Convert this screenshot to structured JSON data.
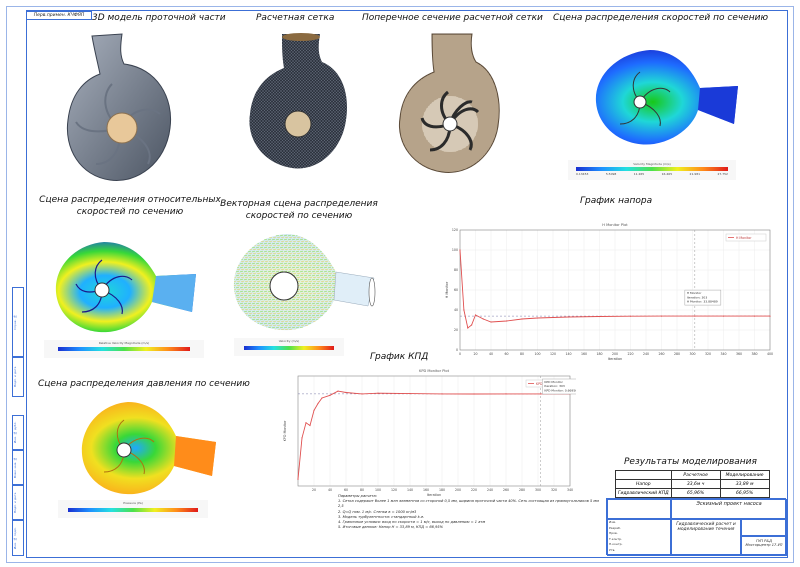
{
  "sheet": {
    "top_tag": "Перв.примен. КЧФЯП",
    "side_labels": [
      "Справ. №",
      "Подп. и дата",
      "Инв. № дубл.",
      "Взам. инв. №",
      "Подп. и дата",
      "Инв. № подл."
    ]
  },
  "captions": {
    "model3d": "3D модель проточной части",
    "mesh": "Расчетная сетка",
    "cross_section": "Поперечное сечение расчетной сетки",
    "velocity": "Сцена распределения скоростей по сечению",
    "relative_velocity": "Сцена распределения относительных скоростей по сечению",
    "vector": "Векторная сцена распределения скоростей по сечению",
    "head_plot": "График напора",
    "efficiency_plot": "График КПД",
    "pressure": "Сцена распределения давления по сечению",
    "results": "Результаты моделирования"
  },
  "colorbars": {
    "velocity": {
      "title": "Velocity Magnitude (m/s)",
      "ticks": [
        "0.13453",
        "5.5098",
        "11.265",
        "16.465",
        "21.981",
        "27.752"
      ]
    },
    "relative": {
      "title": "Relative Velocity Magnitude (m/s)",
      "ticks": [
        "",
        "",
        "",
        "",
        "",
        ""
      ]
    },
    "vector": {
      "title": "Velocity (m/s)",
      "ticks": [
        "",
        "",
        "",
        "",
        "",
        ""
      ]
    },
    "pressure": {
      "title": "Pressure (Pa)",
      "ticks": [
        "",
        "",
        "",
        "",
        "",
        ""
      ]
    }
  },
  "chart_data": [
    {
      "type": "line",
      "title": "H Monitor Plot",
      "xlabel": "Iteration",
      "ylabel": "H Monitor",
      "legend": [
        "H Monitor"
      ],
      "legend_position": "top-right",
      "annotation": [
        "H Monitor",
        "Iteration: 303",
        "H Monitor: 33.88489"
      ],
      "xlim": [
        0,
        400
      ],
      "ylim": [
        0,
        120
      ],
      "x_ticks": [
        0,
        20,
        40,
        60,
        80,
        100,
        120,
        140,
        160,
        180,
        200,
        220,
        240,
        260,
        280,
        300,
        320,
        340,
        360,
        380,
        400
      ],
      "y_ticks": [
        0,
        20,
        40,
        60,
        80,
        100,
        120
      ],
      "series": [
        {
          "name": "H Monitor",
          "x": [
            0,
            5,
            10,
            15,
            20,
            30,
            40,
            60,
            80,
            100,
            140,
            180,
            220,
            260,
            303,
            340,
            380,
            400
          ],
          "y": [
            100,
            40,
            22,
            25,
            35,
            31,
            28,
            29,
            31,
            32,
            33,
            33.5,
            33.8,
            33.9,
            33.88,
            33.9,
            33.9,
            33.9
          ]
        }
      ]
    },
    {
      "type": "line",
      "title": "KPD Monitor Plot",
      "xlabel": "Iteration",
      "ylabel": "KPD Monitor",
      "legend": [
        "KPD Monitor"
      ],
      "legend_position": "top-right",
      "annotation": [
        "KPD Monitor",
        "Iteration: 303",
        "KPD Monitor: 0.66956"
      ],
      "xlim": [
        0,
        340
      ],
      "ylim": [
        0,
        0.8
      ],
      "x_ticks": [
        20,
        40,
        60,
        80,
        100,
        120,
        140,
        160,
        180,
        200,
        220,
        240,
        260,
        280,
        300,
        320,
        340
      ],
      "series": [
        {
          "name": "KPD Monitor",
          "x": [
            0,
            5,
            10,
            15,
            20,
            25,
            30,
            40,
            50,
            60,
            80,
            100,
            140,
            180,
            220,
            260,
            303,
            340
          ],
          "y": [
            0.05,
            0.35,
            0.46,
            0.44,
            0.55,
            0.6,
            0.64,
            0.66,
            0.69,
            0.68,
            0.67,
            0.675,
            0.672,
            0.67,
            0.669,
            0.67,
            0.6696,
            0.67
          ]
        }
      ]
    }
  ],
  "results_table": {
    "header": [
      "",
      "Расчетное",
      "Моделирование"
    ],
    "rows": [
      [
        "Напор",
        "33,6м ч",
        "33,89 м"
      ],
      [
        "Гидравлический КПД",
        "65,96%",
        "66,95%"
      ]
    ]
  },
  "notes": [
    "Параметры расчета:",
    "1. Сетка содержит более 1 млн элементов со стороной 0,5 мм, ширина проточной части 40%. Сеть состоящая из прямоугольников 5 мм 2,5",
    "2. Q=Q ном. 1 м/с. Стенки в = 1000 кг/м3",
    "3. Модель турбулентности: стандартный k-e.",
    "4. Граничные условия: вход по скорости = 1 м/с, выход по давлению = 1 атм",
    "5. Итоговые данные: Напор H = 33,89 м, КПД = 66,95%"
  ],
  "stamp": {
    "title": "Эскизный проект насоса",
    "subtitle": "Гидравлический расчет и моделирование течения",
    "right": "ГУП Р&Д Мосгорцентр 17-УП",
    "rows_left": [
      "Изм.",
      "Разраб.",
      "Пров.",
      "Т.контр.",
      "Н.контр.",
      "Утв."
    ]
  }
}
